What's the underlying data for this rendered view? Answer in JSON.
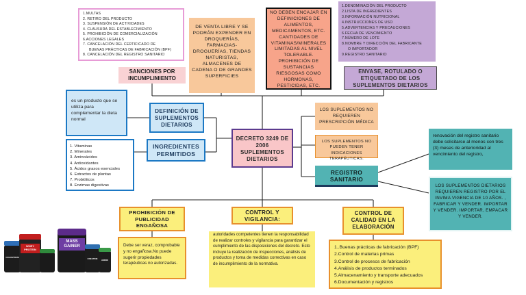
{
  "central": {
    "title": "DECRETO 3249 DE 2006 SUPLEMENTOS DIETARIOS"
  },
  "sanciones": {
    "title": "SANCIONES POR INCUMPLIMIENTO",
    "items": [
      "1.MULTAS",
      "2. RETIRO DEL PRODUCTO",
      "3. SUSPENSIÓN DE ACTIVIDADES",
      "4. CLAUSURA DEL ESTABLECIMIENTO",
      "5. PROHIBICIÓN DE COMERCIALIZACIÓN",
      "6.ACCIONES LEGALES",
      "7. CANCELACIÓN DEL CERTIFICADO DE",
      "BUENAS PRÁCTICAS DE FABRICACIÓN (BPF)",
      "8. CANCELACIÓN DEL REGISTRO SANITARIO"
    ]
  },
  "venta": {
    "text": "DE VENTA LIBRE Y SE PODRÁN EXPENDER EN DROQUERÍAS, FARMACIAS-DROGUERÍAS, TIENDAS NATURISTAS, ALMACENES DE CADENA O DE GRANDES SUPERFICIES"
  },
  "noencajar": {
    "text": "NO DEBEN ENCAJAR EN DEFINICIONES DE ALIMENTOS, MEDICAMENTOS, ETC. CANTIDADES DE VITAMINAS/MINERALES LIMITADAS AL NIVEL TOLERABLE. PROHIBICIÓN DE SUSTANCIAS RIESGOSAS COMO HORMONAS, PESTICIDAS, ETC."
  },
  "envase": {
    "title": "ENVASE, ROTULADO O ETIQUETADO DE LOS SUPLEMENTOS DIETARIOS",
    "items": [
      "1.DENOMINACIÓN DEL PRODUCTO",
      "2.LISTA DE INGREDIENTES",
      "3.INFORMACIÓN NUTRICIONAL",
      "4.INSTRUCCIONES DE USO",
      "5.ADVERTENCIAS Y PRECAUCIONES",
      "6.FECHA DE VENCIMIENTO",
      "7.NÚMERO DE LOTE",
      "8.NOMBRE Y DIRECCIÓN DEL FABRICANTE",
      "O IMPORTADOR",
      "9.REGISTRO SANITARIO"
    ]
  },
  "definicion": {
    "title": "DEFINICIÓN DE SUPLEMENTOS DIETARIOS",
    "text": "es un producto que se utiliza para complementar la dieta normal"
  },
  "ingredientes": {
    "title": "INGREDIENTES PERMITIDOS",
    "items": [
      "1. Vitaminas",
      "2. Minerales",
      "3. Aminoácidos",
      "4. Antioxidantes",
      "5. Ácidos grasos esenciales",
      "6. Extractos de plantas",
      "7. Probióticos",
      "8. Enzimas digestivas"
    ]
  },
  "noprescripcion": {
    "text": "LOS SUPLEMENTOS NO REQUIEREN PRESCRIPCIÓN MÉDICA"
  },
  "noterapeuticas": {
    "text": "LOS SUPLEMENTOS NO PUEDEN TENER INDICACIONES TERAPÉUTICAS."
  },
  "registro": {
    "title": "REGISTRO SANITARIO",
    "renovacion": "renovación del registro sanitario debe solicitarse al menos con tres (3) meses de anterioridad al vencimiento del registro,",
    "vigencia": "LOS SUPLEMENTOS DIETARIOS REQUIEREN REGISTRO POR EL INVIMA VIGENCIA DE 10 AÑOS. , FABRICAR Y VENDER. IMPORTAR Y VENDER. IMPORTAR, EMPACAR Y VENDER."
  },
  "publicidad": {
    "title": "PROHIBICIÓN DE PUBLICIDAD ENGAÑOSA",
    "text": "Debe ser veraz, comprobable y no engañosa.No puede sugerir propiedades terapéuticas no autorizadas."
  },
  "control": {
    "title": "CONTROL Y VIGILANCIA:",
    "text": "autoridades competentes tienen la responsabilidad de realizar controles y vigilancia para garantizar el cumplimiento de las disposiciones del decreto. Esto incluye la realización de inspecciones, análisis de productos y toma de medidas correctivas en caso de incumplimiento de la normativa."
  },
  "calidad": {
    "title": "CONTROL DE CALIDAD EN LA ELABORACIÓN",
    "items": [
      "1..Buenas prácticas de fabricación (BPF)",
      "2.Control de materias primas",
      "3.Control de procesos de fabricación",
      "4.Análisis de productos terminados",
      "5.Almacenamiento y transporte adecuados",
      "6.Documentación y registros"
    ]
  },
  "image": {
    "labels": [
      "COLOSTRUM",
      "WHEY PROTEIN",
      "MASS GAINER",
      "CREATINE",
      "AMINO"
    ]
  },
  "colors": {
    "pink": "#f9c6c8",
    "peach": "#f8c89b",
    "salmon": "#f7a48a",
    "lavender": "#c4a8d6",
    "lightblue": "#cfe7f7",
    "yellow": "#fbef7c",
    "teal": "#52b3b3",
    "orange_border": "#e8902c",
    "blue_border": "#1b78c4"
  }
}
